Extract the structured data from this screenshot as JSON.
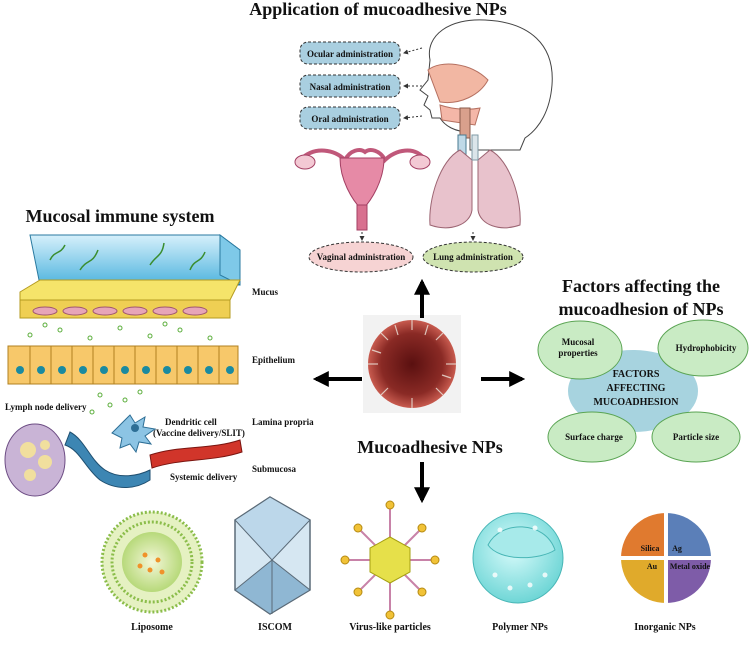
{
  "app": {
    "title_top": "Application of mucoadhesive NPs",
    "center_label": "Mucoadhesive NPs",
    "left_title": "Mucosal immune system",
    "right_title_line1": "Factors affecting the",
    "right_title_line2": "mucoadhesion of NPs"
  },
  "applications": {
    "ocular": "Ocular administration",
    "nasal": "Nasal administration",
    "oral": "Oral administration",
    "vaginal": "Vaginal administration",
    "lung": "Lung administration"
  },
  "immune": {
    "mucus": "Mucus",
    "epithelium": "Epithelium",
    "lamina": "Lamina propria",
    "submucosa": "Submucosa",
    "lymph": "Lymph node delivery",
    "dendritic1": "Dendritic cell",
    "dendritic2": "(Vaccine delivery/SLIT)",
    "systemic": "Systemic delivery"
  },
  "factors": {
    "center1": "FACTORS",
    "center2": "AFFECTING",
    "center3": "MUCOADHESION",
    "mucosal1": "Mucosal",
    "mucosal2": "properties",
    "hydro": "Hydrophobicity",
    "surface": "Surface charge",
    "size": "Particle size"
  },
  "nanoparticles": {
    "liposome": "Liposome",
    "iscom": "ISCOM",
    "vlp": "Virus-like particles",
    "polymer": "Polymer NPs",
    "inorganic": "Inorganic NPs",
    "silica": "Silica",
    "ag": "Ag",
    "au": "Au",
    "metal_oxide": "Metal oxide"
  },
  "colors": {
    "app_box": "#a9cfe0",
    "vaginal_box": "#f6d3d3",
    "lung_box": "#cfe3b0",
    "factor_ellipse": "#c9ebc4",
    "factor_center": "#a7d3df",
    "silica": "#e07a2f",
    "ag": "#5b7fb8",
    "au": "#e0aa2b",
    "metal_oxide": "#7e5ca8"
  }
}
